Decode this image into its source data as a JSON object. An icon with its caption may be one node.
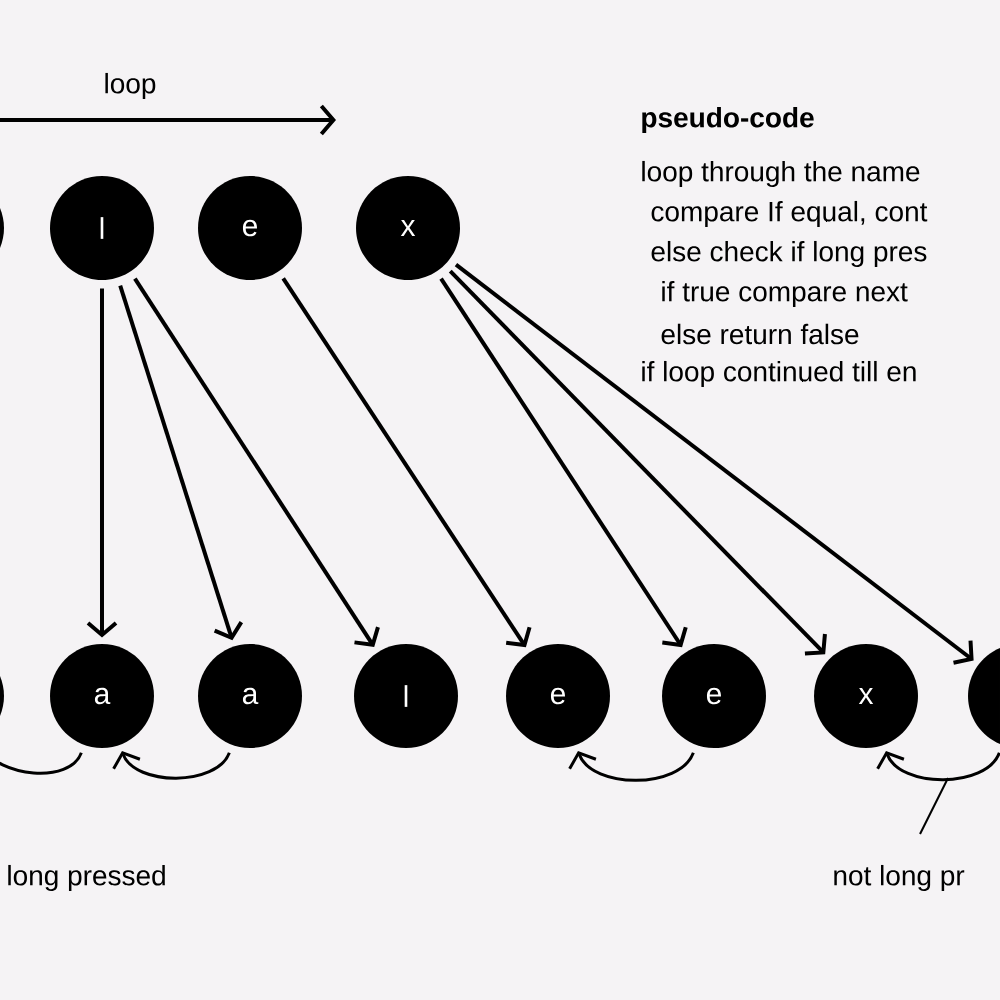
{
  "diagram": {
    "nodes": [
      {
        "text": [],
        "shape": "circle"
      },
      {
        "text": [
          "l"
        ]
      },
      {
        "text": [
          "e"
        ]
      },
      {
        "text": [
          "x"
        ]
      },
      {
        "text": [],
        "shape": "circle"
      },
      {
        "text": [
          "a"
        ]
      },
      {
        "text": [
          "a"
        ]
      },
      {
        "text": [
          "l"
        ]
      },
      {
        "text": [
          "e"
        ]
      },
      {
        "text": [
          "e"
        ]
      },
      {
        "text": [
          "x"
        ]
      },
      {
        "text": [],
        "shape": "circle"
      }
    ],
    "edges": [
      {
        "from": 1,
        "to": 5,
        "arrow": "to"
      },
      {
        "from": 1,
        "to": 6,
        "arrow": "to"
      },
      {
        "from": 1,
        "to": 7,
        "arrow": "to"
      },
      {
        "from": 2,
        "to": 8,
        "arrow": "to"
      },
      {
        "from": 3,
        "to": 9,
        "arrow": "to"
      },
      {
        "from": 3,
        "to": 10,
        "arrow": "to"
      },
      {
        "from": 3,
        "to": 11,
        "arrow": "to"
      },
      {
        "from": 5,
        "to": 4,
        "arrow": "none"
      },
      {
        "from": 6,
        "to": 5,
        "arrow": "to"
      },
      {
        "from": 9,
        "to": 8,
        "arrow": "to"
      },
      {
        "from": 11,
        "to": 10,
        "arrow": "to"
      }
    ],
    "labels": [
      "loop",
      "pseudo-code",
      "loop through the name",
      "compare If equal, cont",
      "else check if long pres",
      "if true compare next",
      "else return false",
      "if loop continued till en",
      "long pressed",
      "not long pr"
    ]
  }
}
